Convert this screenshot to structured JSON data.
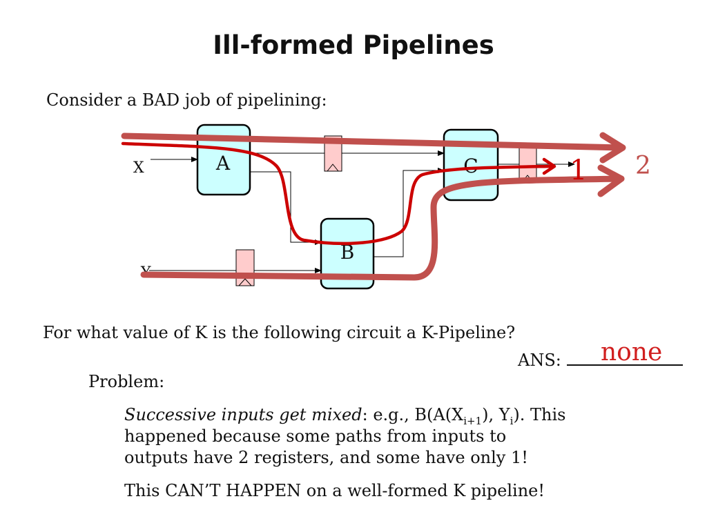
{
  "title": "Ill-formed Pipelines",
  "intro": "Consider a BAD job of pipelining:",
  "diagram": {
    "inputs": {
      "x": "X",
      "y": "Y"
    },
    "modules": {
      "a": "A",
      "b": "B",
      "c": "C"
    },
    "path_labels": {
      "first": "1",
      "second": "2"
    },
    "colors": {
      "module_fill": "#ccffff",
      "register_fill": "#ffcccc",
      "path_thin": "#cc0000",
      "path_thick": "#c0504d"
    }
  },
  "question": "For what value of K is the following circuit a K-Pipeline?",
  "answer_label": "ANS:",
  "answer_value": "none",
  "problem": {
    "heading": "Problem:",
    "emphasis": "Successive inputs get mixed",
    "example_prefix": ": e.g., B(A(X",
    "sub1": "i+1",
    "example_mid": "), Y",
    "sub2": "i",
    "example_suffix": ").  This",
    "line2": "happened because some paths from inputs to",
    "line3": "outputs have 2 registers, and some have only 1!"
  },
  "conclusion": "This CAN’T HAPPEN on a well-formed K pipeline!"
}
